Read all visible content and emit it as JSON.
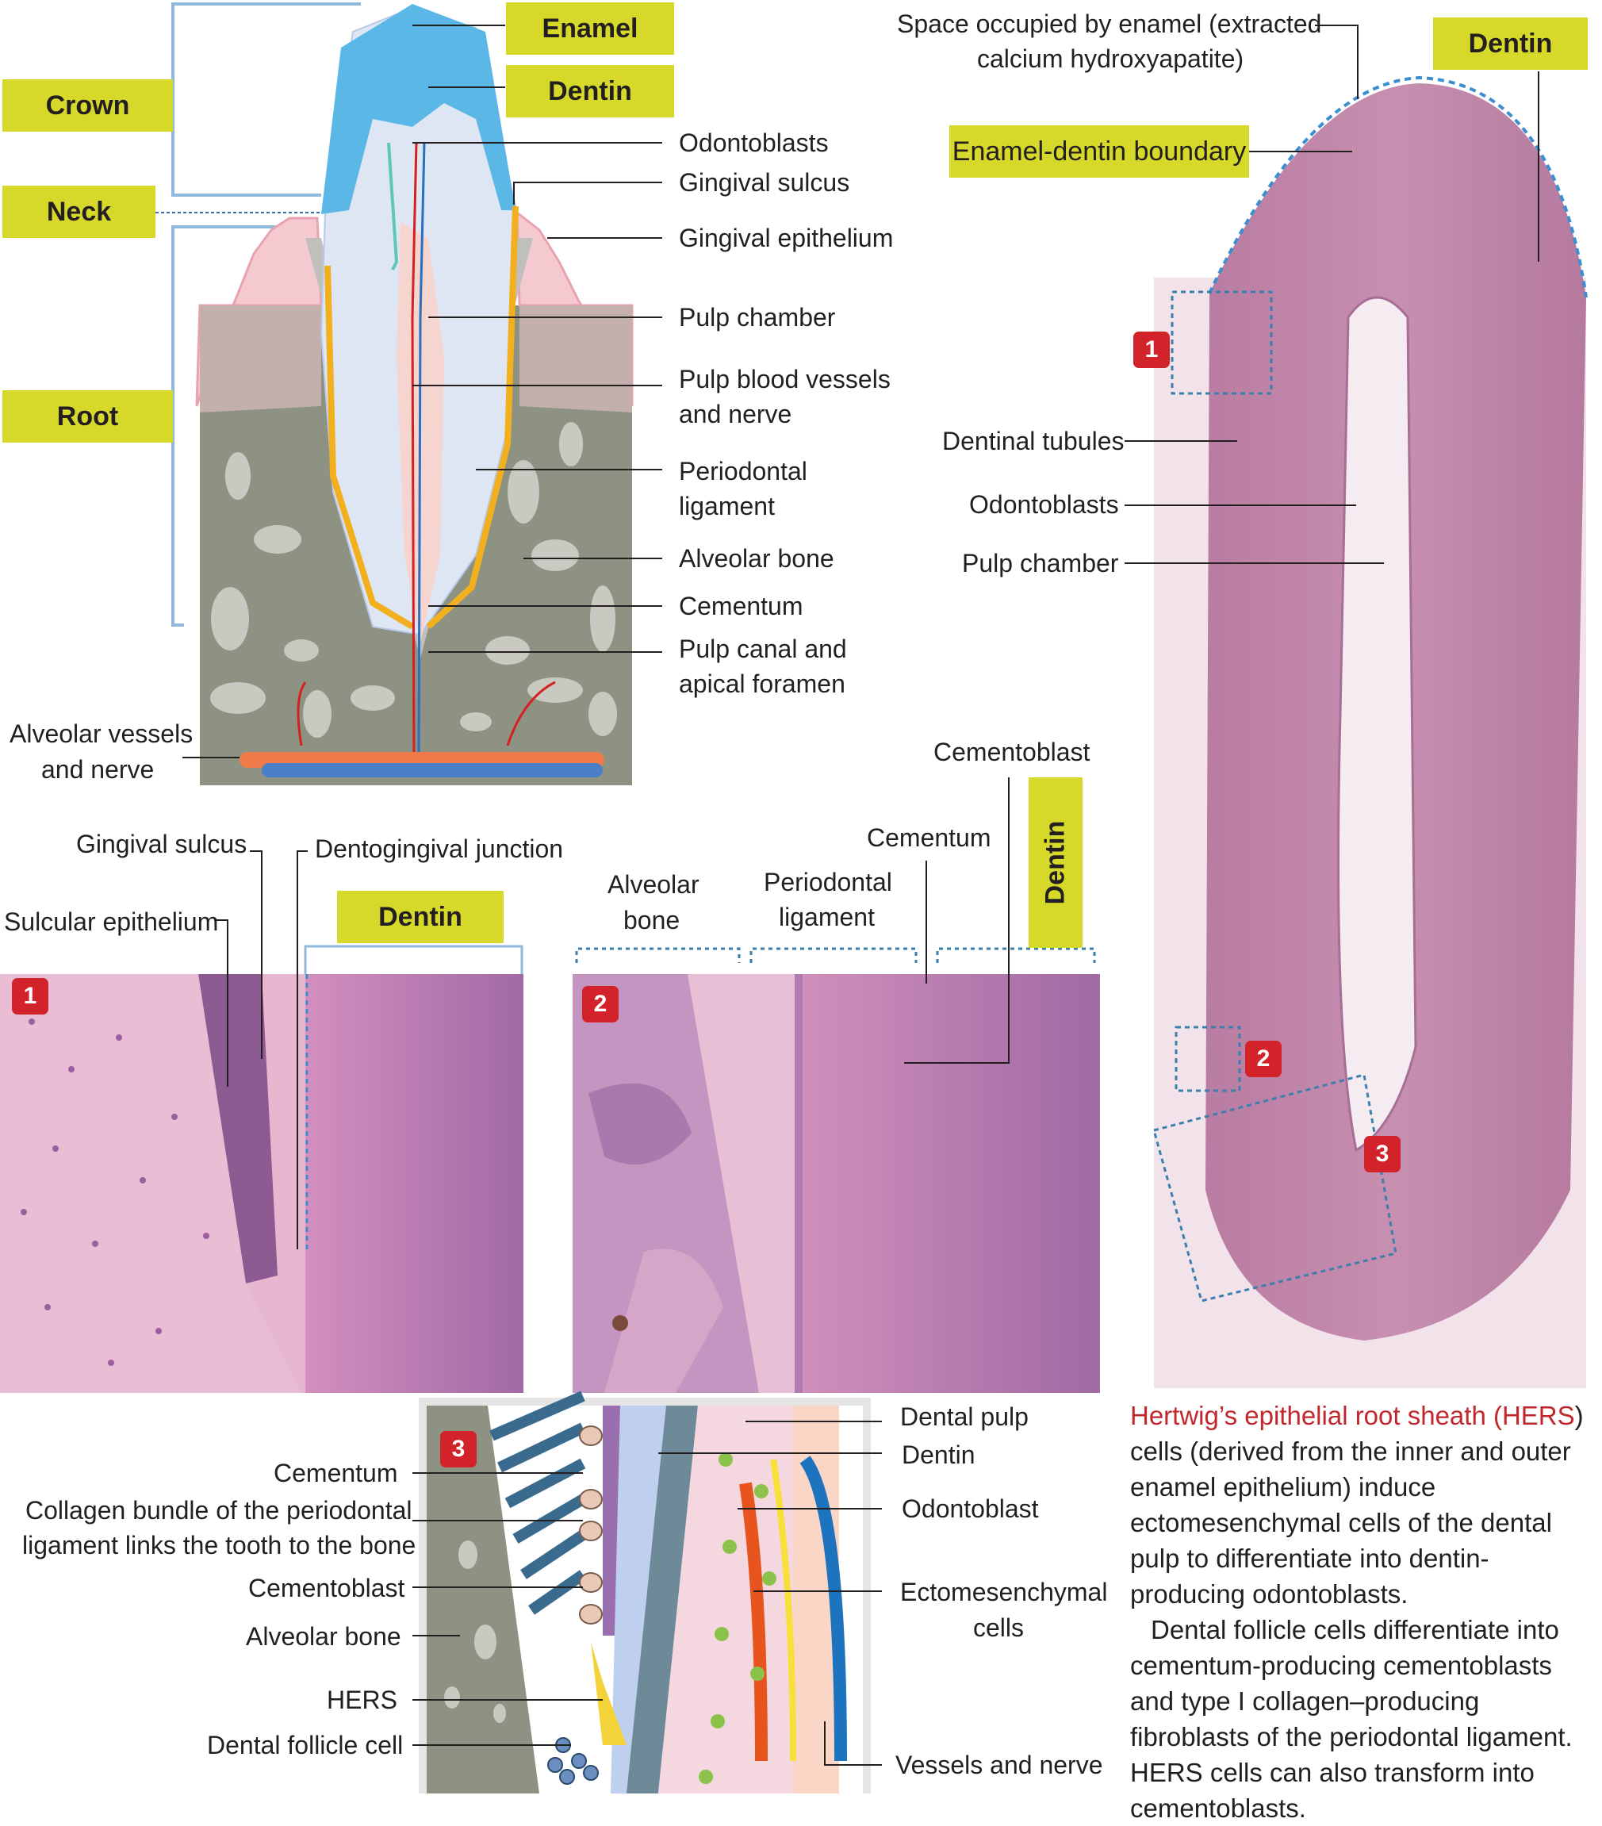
{
  "diagram": {
    "tags": {
      "enamel": "Enamel",
      "dentin_top": "Dentin",
      "crown": "Crown",
      "neck": "Neck",
      "root": "Root",
      "dentin_right": "Dentin",
      "enamel_dentin_boundary": "Enamel-dentin boundary",
      "dentin_panel1": "Dentin",
      "dentin_panel2": "Dentin"
    },
    "tooth_labels": {
      "odontoblasts": "Odontoblasts",
      "gingival_sulcus": "Gingival sulcus",
      "gingival_epithelium": "Gingival epithelium",
      "pulp_chamber": "Pulp chamber",
      "pulp_vessels_1": "Pulp blood vessels",
      "pulp_vessels_2": "and nerve",
      "pdl_1": "Periodontal",
      "pdl_2": "ligament",
      "alveolar_bone": "Alveolar bone",
      "cementum": "Cementum",
      "pulp_canal_1": "Pulp canal and",
      "pulp_canal_2": "apical foramen",
      "alveolar_vessels_1": "Alveolar vessels",
      "alveolar_vessels_2": "and nerve"
    },
    "micrograph_labels": {
      "space_enamel_1": "Space occupied by enamel  (extracted",
      "space_enamel_2": "calcium hydroxyapatite)",
      "dentinal_tubules": "Dentinal tubules",
      "odontoblasts": "Odontoblasts",
      "pulp_chamber": "Pulp chamber"
    },
    "panel1_labels": {
      "gingival_sulcus": "Gingival sulcus",
      "dentogingival_junction": "Dentogingival junction",
      "sulcular_epithelium": "Sulcular epithelium"
    },
    "panel2_labels": {
      "cementoblast": "Cementoblast",
      "cementum": "Cementum",
      "alveolar_bone_1": "Alveolar",
      "alveolar_bone_2": "bone",
      "pdl_1": "Periodontal",
      "pdl_2": "ligament"
    },
    "panel3_labels": {
      "cementum": "Cementum",
      "collagen_1": "Collagen bundle of the periodontal",
      "collagen_2": "ligament links the tooth to the bone",
      "cementoblast": "Cementoblast",
      "alveolar_bone": "Alveolar bone",
      "hers": "HERS",
      "dental_follicle": "Dental follicle cell",
      "dental_pulp": "Dental pulp",
      "dentin": "Dentin",
      "odontoblast": "Odontoblast",
      "ectomesenchymal_1": "Ectomesenchymal",
      "ectomesenchymal_2": "cells",
      "vessels_nerve": "Vessels and nerve"
    },
    "numbers": {
      "n1": "1",
      "n2": "2",
      "n3": "3"
    },
    "caption": {
      "p1_red1": "Hertwig’s epithelial root sheath (",
      "p1_red2": "HERS",
      "p1_close": ")",
      "p1_rest": "cells (derived from the inner and outer enamel epithelium) induce ectomesenchymal cells of the dental pulp to differentiate into dentin-producing odontoblasts.",
      "p2": "Dental follicle cells differentiate into cementum-producing cementoblasts and type I collagen–producing fibroblasts of the periodontal ligament. HERS cells can also transform into cementoblasts."
    },
    "colors": {
      "tag": "#d6d82a",
      "number_badge": "#d2232a",
      "enamel": "#5bb8e6",
      "cementum": "#f2b01e",
      "bone": "#8e9283",
      "stain_pink": "#d9a0c3",
      "stain_purple": "#9a6a9a"
    }
  }
}
